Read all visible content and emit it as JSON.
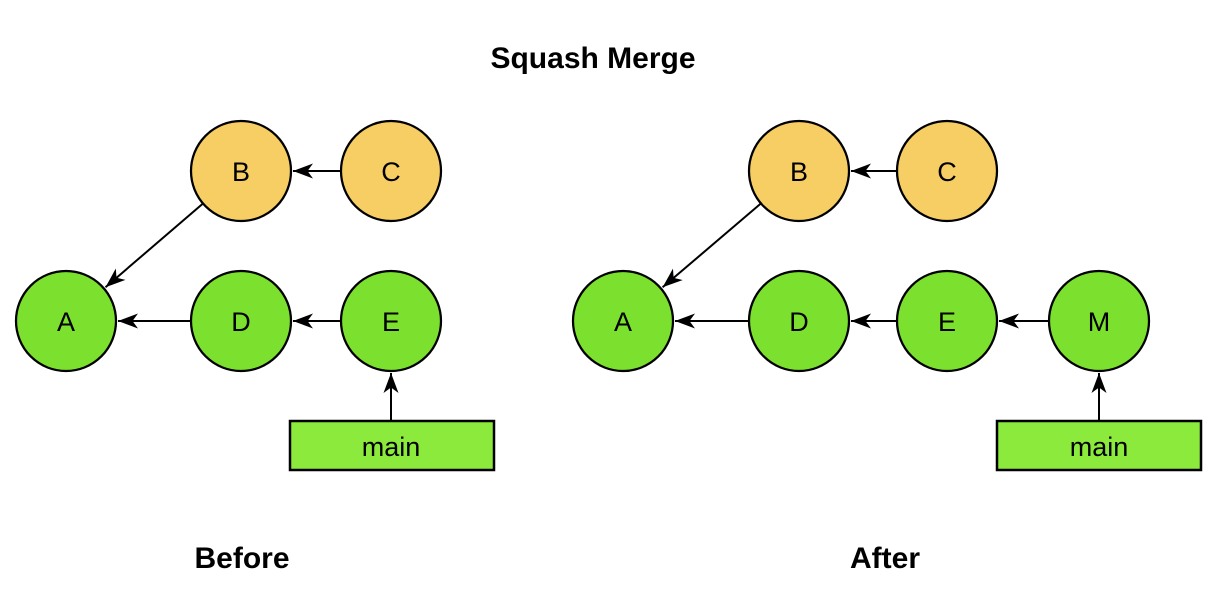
{
  "title": "Squash Merge",
  "colors": {
    "main_commit": "#7CE02E",
    "feature_commit": "#F6CE63",
    "branch_box": "#8CEA3C",
    "stroke": "#000000",
    "background": "#FFFFFF"
  },
  "before": {
    "caption": "Before",
    "branch_label": "main",
    "nodes": [
      {
        "id": "A",
        "label": "A",
        "type": "main"
      },
      {
        "id": "B",
        "label": "B",
        "type": "feature"
      },
      {
        "id": "C",
        "label": "C",
        "type": "feature"
      },
      {
        "id": "D",
        "label": "D",
        "type": "main"
      },
      {
        "id": "E",
        "label": "E",
        "type": "main"
      }
    ],
    "edges": [
      {
        "from": "C",
        "to": "B"
      },
      {
        "from": "B",
        "to": "A"
      },
      {
        "from": "D",
        "to": "A"
      },
      {
        "from": "E",
        "to": "D"
      },
      {
        "from": "main",
        "to": "E"
      }
    ]
  },
  "after": {
    "caption": "After",
    "branch_label": "main",
    "nodes": [
      {
        "id": "A",
        "label": "A",
        "type": "main"
      },
      {
        "id": "B",
        "label": "B",
        "type": "feature"
      },
      {
        "id": "C",
        "label": "C",
        "type": "feature"
      },
      {
        "id": "D",
        "label": "D",
        "type": "main"
      },
      {
        "id": "E",
        "label": "E",
        "type": "main"
      },
      {
        "id": "M",
        "label": "M",
        "type": "main"
      }
    ],
    "edges": [
      {
        "from": "C",
        "to": "B"
      },
      {
        "from": "B",
        "to": "A"
      },
      {
        "from": "D",
        "to": "A"
      },
      {
        "from": "E",
        "to": "D"
      },
      {
        "from": "M",
        "to": "E"
      },
      {
        "from": "main",
        "to": "M"
      }
    ]
  }
}
